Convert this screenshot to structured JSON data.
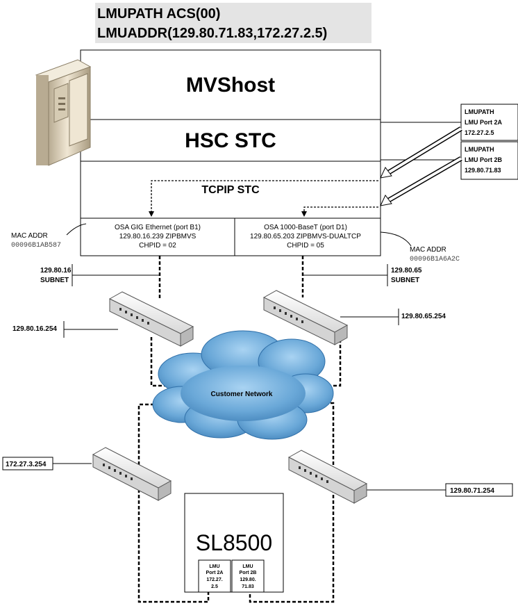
{
  "header": {
    "line1": "LMUPATH ACS(00)",
    "line2": "LMUADDR(129.80.71.83,172.27.2.5)"
  },
  "host": {
    "mvs_label": "MVShost",
    "hsc_label": "HSC STC",
    "tcpip_label": "TCPIP STC"
  },
  "lmupath_callouts": [
    {
      "title": "LMUPATH",
      "port": "LMU Port 2A",
      "ip": "172.27.2.5"
    },
    {
      "title": "LMUPATH",
      "port": "LMU Port 2B",
      "ip": "129.80.71.83"
    }
  ],
  "osa_left": {
    "line1": "OSA GIG Ethernet (port B1)",
    "line2": "129.80.16.239  ZIPBMVS",
    "line3": "CHPID = 02"
  },
  "osa_right": {
    "line1": "OSA 1000-BaseT (port D1)",
    "line2": "129.80.65.203 ZIPBMVS-DUALTCP",
    "line3": "CHPID = 05"
  },
  "mac_left": {
    "label": "MAC ADDR",
    "value": "00096B1AB587"
  },
  "mac_right": {
    "label": "MAC ADDR",
    "value": "00096B1A6A2C"
  },
  "subnet_left": {
    "ip": "129.80.16",
    "label": "SUBNET"
  },
  "subnet_right": {
    "ip": "129.80.65",
    "label": "SUBNET"
  },
  "gateways": {
    "top_left": "129.80.16.254",
    "top_right": "129.80.65.254",
    "bottom_left": "172.27.3.254",
    "bottom_right": "129.80.71.254"
  },
  "cloud_label": "Customer Network",
  "library": {
    "name": "SL8500",
    "port_a": {
      "line1": "LMU",
      "line2": "Port 2A",
      "line3": "172.27.",
      "line4": "2.5"
    },
    "port_b": {
      "line1": "LMU",
      "line2": "Port 2B",
      "line3": "129.80.",
      "line4": "71.83"
    }
  },
  "colors": {
    "header_bg": "#e4e4e4",
    "cloud_fill": "#6aa8d8",
    "cloud_dark": "#3f7fb6",
    "switch_fill": "#eeeeee",
    "server_fill": "#e6dcc8"
  }
}
